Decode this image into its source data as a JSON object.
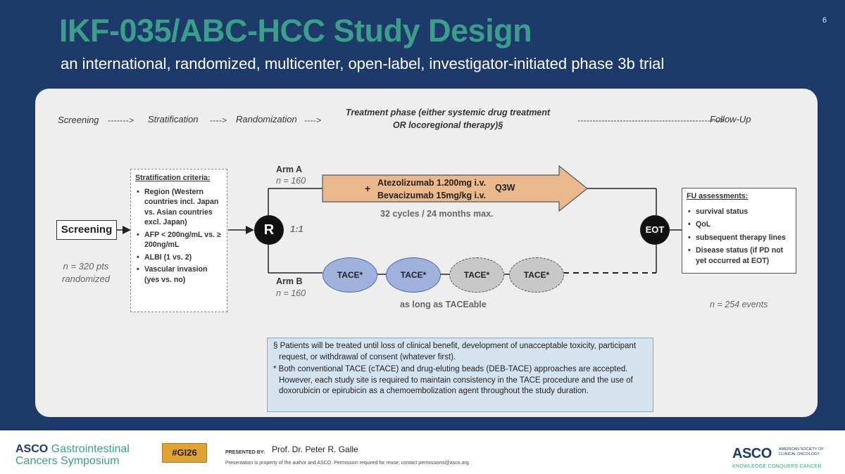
{
  "slide": {
    "number": "6",
    "title": "IKF-035/ABC-HCC Study Design",
    "subtitle": "an international, randomized, multicenter, open-label, investigator-initiated phase 3b trial"
  },
  "phases": {
    "screening": "Screening",
    "stratification": "Stratification",
    "randomization": "Randomization",
    "treatment_line1": "Treatment phase (either systemic drug treatment",
    "treatment_line2": "OR locoregional therapy)§",
    "follow_up": "Follow-Up"
  },
  "screening": {
    "label": "Screening",
    "n_line1": "n = 320 pts",
    "n_line2": "randomized"
  },
  "stratification": {
    "title": "Stratification criteria:",
    "items": [
      "Region (Western countries incl. Japan vs. Asian countries excl. Japan)",
      "AFP < 200ng/mL vs. ≥ 200ng/mL",
      "ALBI (1 vs. 2)",
      "Vascular invasion (yes vs. no)"
    ]
  },
  "randomization": {
    "symbol": "R",
    "ratio": "1:1"
  },
  "arm_a": {
    "label": "Arm A",
    "n": "n = 160",
    "plus": "+",
    "drug1": "Atezolizumab 1.200mg i.v.",
    "drug2": "Bevacizumab 15mg/kg i.v.",
    "schedule": "Q3W",
    "duration": "32 cycles / 24 months max."
  },
  "arm_b": {
    "label": "Arm B",
    "n": "n = 160",
    "tace": [
      "TACE*",
      "TACE*",
      "TACE*",
      "TACE*"
    ],
    "duration": "as long as TACEable"
  },
  "eot": {
    "label": "EOT"
  },
  "fu": {
    "title": "FU assessments:",
    "items": [
      "survival status",
      "QoL",
      "subsequent therapy lines",
      "Disease status (if PD not yet occurred at EOT)"
    ],
    "events": "n = 254 events"
  },
  "footnotes": {
    "note1": "§ Patients will be treated until loss of clinical benefit, development of unacceptable toxicity, participant request, or withdrawal of consent (whatever first).",
    "note2": "* Both conventional TACE (cTACE) and drug-eluting beads (DEB-TACE) approaches are accepted. However, each study site is required to maintain consistency in the TACE procedure and the use of doxorubicin or epirubicin as a chemoembolization agent throughout the study duration."
  },
  "footer": {
    "asco_brand": "ASCO",
    "symposium_line1": "Gastrointestinal",
    "symposium_line2": "Cancers Symposium",
    "hashtag": "#GI26",
    "presented_by": "PRESENTED BY:",
    "presenter": "Prof. Dr. Peter R. Galle",
    "disclaimer": "Presentation is property of the author and ASCO. Permission required for reuse; contact permissions@asco.org.",
    "asco_right": "ASCO",
    "asco_right_small": "AMERICAN SOCIETY OF CLINICAL ONCOLOGY",
    "asco_tagline": "KNOWLEDGE CONQUERS CANCER"
  }
}
